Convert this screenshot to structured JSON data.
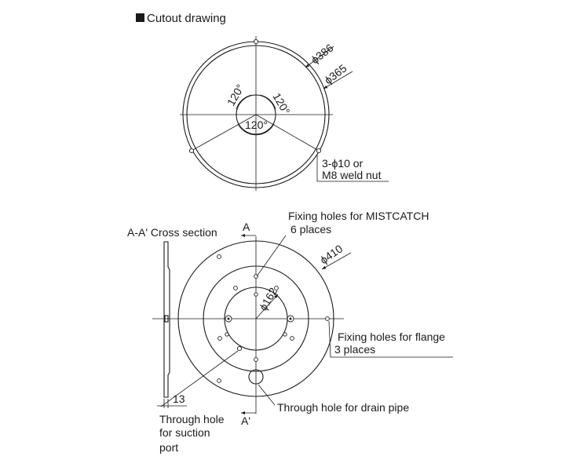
{
  "cutout": {
    "heading": "Cutout drawing",
    "dim_outer": "ϕ386",
    "dim_inner": "ϕ365",
    "angle_left": "120°",
    "angle_right": "120°",
    "angle_bottom": "120°",
    "note_line1": "3-ϕ10 or",
    "note_line2": "M8 weld nut"
  },
  "flange": {
    "section_label": "A-A' Cross section",
    "section_mark_top": "A",
    "section_mark_bottom": "A'",
    "thickness": "13",
    "dim_outer": "ϕ410",
    "dim_inner": "ϕ162",
    "mistcatch_line1": "Fixing holes for MISTCATCH",
    "mistcatch_line2": "6 places",
    "flange_holes_line1": "Fixing holes for flange",
    "flange_holes_line2": "3 places",
    "drain_pipe": "Through hole for drain pipe",
    "suction_line1": "Through hole",
    "suction_line2": "for suction",
    "suction_line3": "port"
  }
}
